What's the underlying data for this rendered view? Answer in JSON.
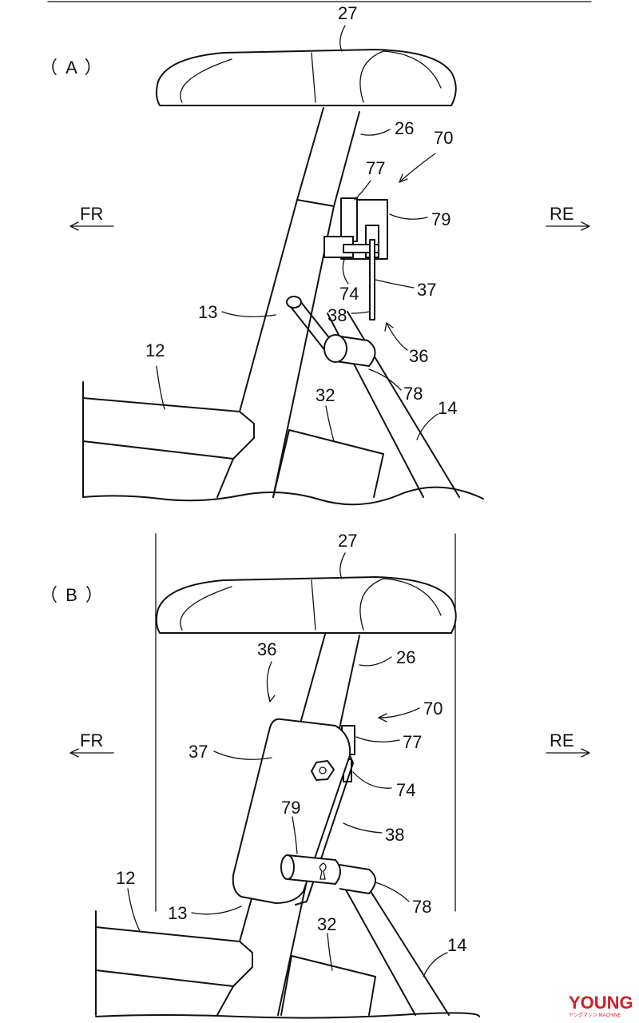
{
  "panels": [
    {
      "label": "（ A ）",
      "dir_front": "FR",
      "dir_rear": "RE",
      "callouts": [
        "27",
        "26",
        "70",
        "77",
        "79",
        "74",
        "37",
        "38",
        "13",
        "36",
        "12",
        "78",
        "32",
        "14"
      ]
    },
    {
      "label": "（ B ）",
      "dir_front": "FR",
      "dir_rear": "RE",
      "callouts": [
        "27",
        "36",
        "26",
        "70",
        "77",
        "37",
        "74",
        "79",
        "38",
        "12",
        "78",
        "13",
        "32",
        "14"
      ]
    }
  ],
  "watermark": {
    "brand": "YOUNG",
    "sub": "ヤングマシン MACHINE"
  },
  "colors": {
    "line": "#111111",
    "watermark": "#d0202a"
  }
}
